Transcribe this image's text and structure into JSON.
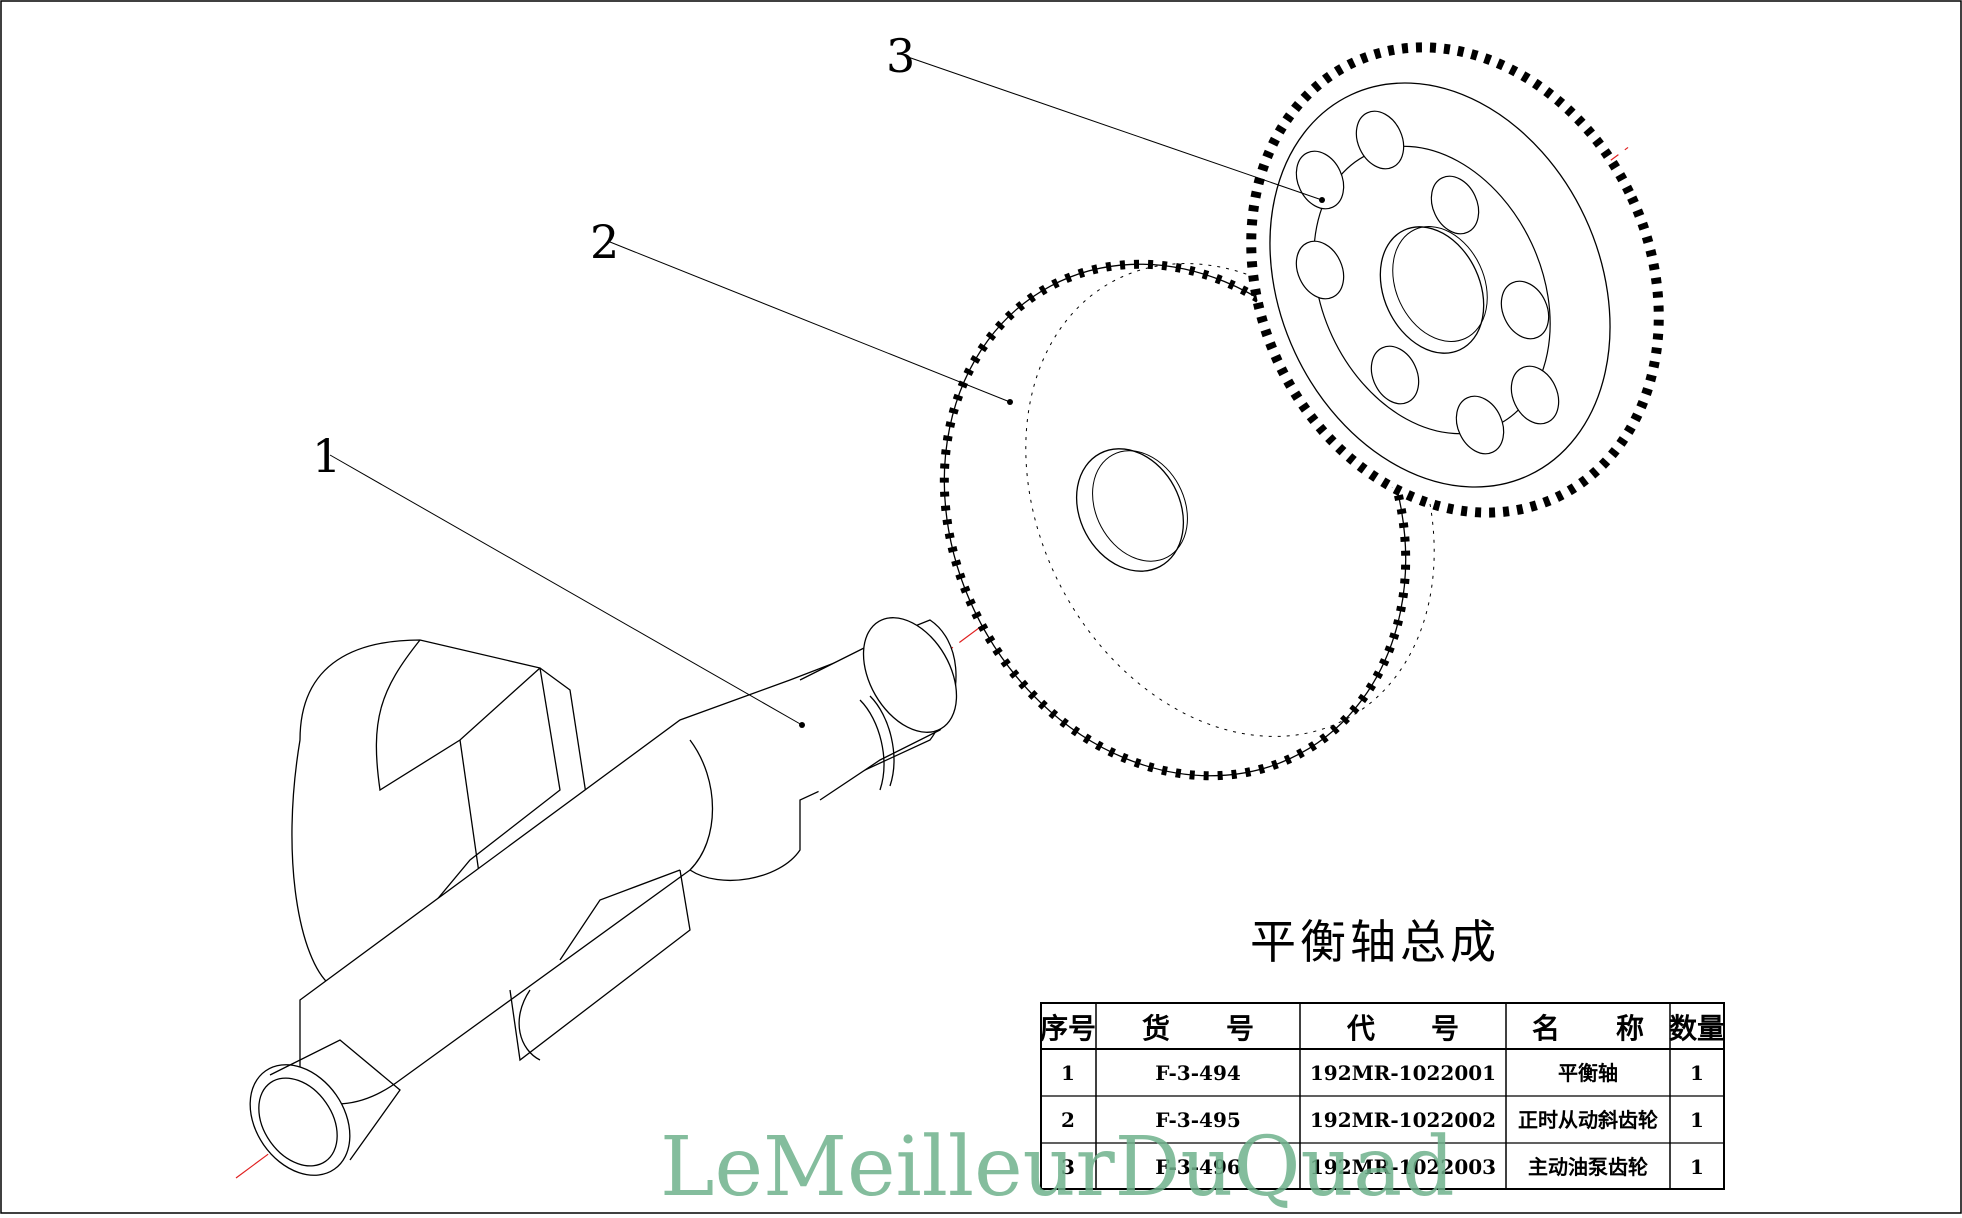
{
  "drawing": {
    "title": "平衡轴总成",
    "callouts": [
      "1",
      "2",
      "3"
    ]
  },
  "parts_table": {
    "headers": [
      "序号",
      "货　　号",
      "代　　号",
      "名　　称",
      "数量"
    ],
    "rows": [
      [
        "1",
        "F-3-494",
        "192MR-1022001",
        "平衡轴",
        "1"
      ],
      [
        "2",
        "F-3-495",
        "192MR-1022002",
        "正时从动斜齿轮",
        "1"
      ],
      [
        "3",
        "F-3-496",
        "192MR-1022003",
        "主动油泵齿轮",
        "1"
      ]
    ]
  },
  "watermark": "LeMeilleurDuQuad",
  "colors": {
    "line": "#000000",
    "axis": "#e02020",
    "watermark": "#6fb28c"
  }
}
